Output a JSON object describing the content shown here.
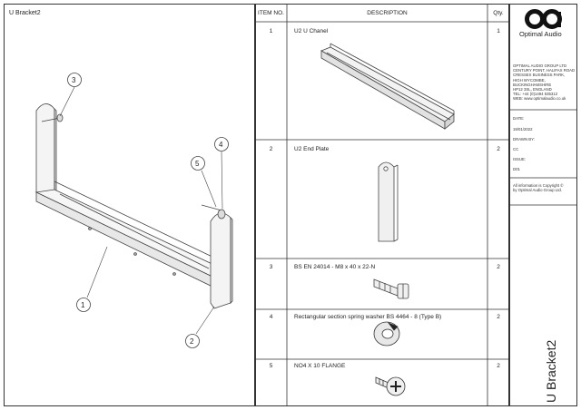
{
  "drawing": {
    "title": "U Bracket2",
    "callouts": [
      "1",
      "2",
      "3",
      "4",
      "5"
    ]
  },
  "table": {
    "headers": {
      "item": "ITEM NO.",
      "description": "DESCRIPTION",
      "qty": "Qty."
    },
    "rows": [
      {
        "item": "1",
        "description": "U2 U Chanel",
        "qty": "1"
      },
      {
        "item": "2",
        "description": "U2 End Plate",
        "qty": "2"
      },
      {
        "item": "3",
        "description": "BS EN 24014 - M8 x 40 x 22-N",
        "qty": "2"
      },
      {
        "item": "4",
        "description": "Rectangular section spring washer BS 4464 - 8 (Type B)",
        "qty": "2"
      },
      {
        "item": "5",
        "description": "NO4 X 10 FLANGE",
        "qty": "2"
      }
    ]
  },
  "titleblock": {
    "company": "Optimal Audio",
    "address": [
      "OPTIMAL AUDIO GROUP LTD",
      "CENTURY POINT, HALIFAX ROAD",
      "CRESSEX BUSINESS PARK,",
      "HIGH WYCOMBE,",
      "BUCKINGHAMSHIRE",
      "HP12 3SL, ENGLAND",
      "TEL: +44 (0)1494 535312",
      "WEB: www.optimalaudio.co.uk"
    ],
    "date_label": "DATE:",
    "date_value": "19/01/2022",
    "drawn_label": "DRAWN BY:",
    "drawn_value": "CC",
    "issue_label": "ISSUE:",
    "issue_value": "D01",
    "copyright": [
      "All information is Copyright ©",
      "by Optimal Audio Group Ltd."
    ],
    "vertical_title": "U Bracket2"
  }
}
